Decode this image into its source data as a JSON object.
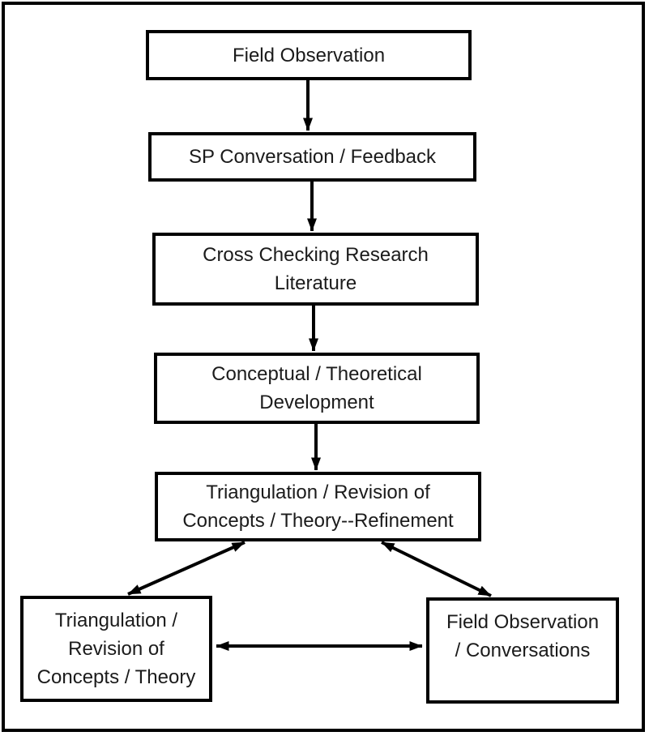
{
  "diagram": {
    "boxes": [
      {
        "id": "field-observation",
        "label": "Field Observation"
      },
      {
        "id": "sp-conversation-feedback",
        "label": "SP Conversation / Feedback"
      },
      {
        "id": "cross-checking-research-literature",
        "label": "Cross Checking Research\nLiterature"
      },
      {
        "id": "conceptual-theoretical-development",
        "label": "Conceptual / Theoretical\nDevelopment"
      },
      {
        "id": "triangulation-revision-refinement",
        "label": "Triangulation / Revision of\nConcepts / Theory--Refinement"
      },
      {
        "id": "triangulation-revision-concepts-theory",
        "label": "Triangulation /\nRevision of\nConcepts / Theory"
      },
      {
        "id": "field-observation-conversations",
        "label": "Field Observation\n/ Conversations"
      }
    ],
    "connections": [
      {
        "from": "field-observation",
        "to": "sp-conversation-feedback",
        "type": "one-way"
      },
      {
        "from": "sp-conversation-feedback",
        "to": "cross-checking-research-literature",
        "type": "one-way"
      },
      {
        "from": "cross-checking-research-literature",
        "to": "conceptual-theoretical-development",
        "type": "one-way"
      },
      {
        "from": "conceptual-theoretical-development",
        "to": "triangulation-revision-refinement",
        "type": "one-way"
      },
      {
        "from": "triangulation-revision-refinement",
        "to": "triangulation-revision-concepts-theory",
        "type": "two-way"
      },
      {
        "from": "triangulation-revision-refinement",
        "to": "field-observation-conversations",
        "type": "two-way"
      },
      {
        "from": "triangulation-revision-concepts-theory",
        "to": "field-observation-conversations",
        "type": "two-way"
      }
    ],
    "colors": {
      "border": "#000000",
      "text": "#1b1b1b",
      "background": "#ffffff",
      "arrow": "#000000"
    }
  }
}
